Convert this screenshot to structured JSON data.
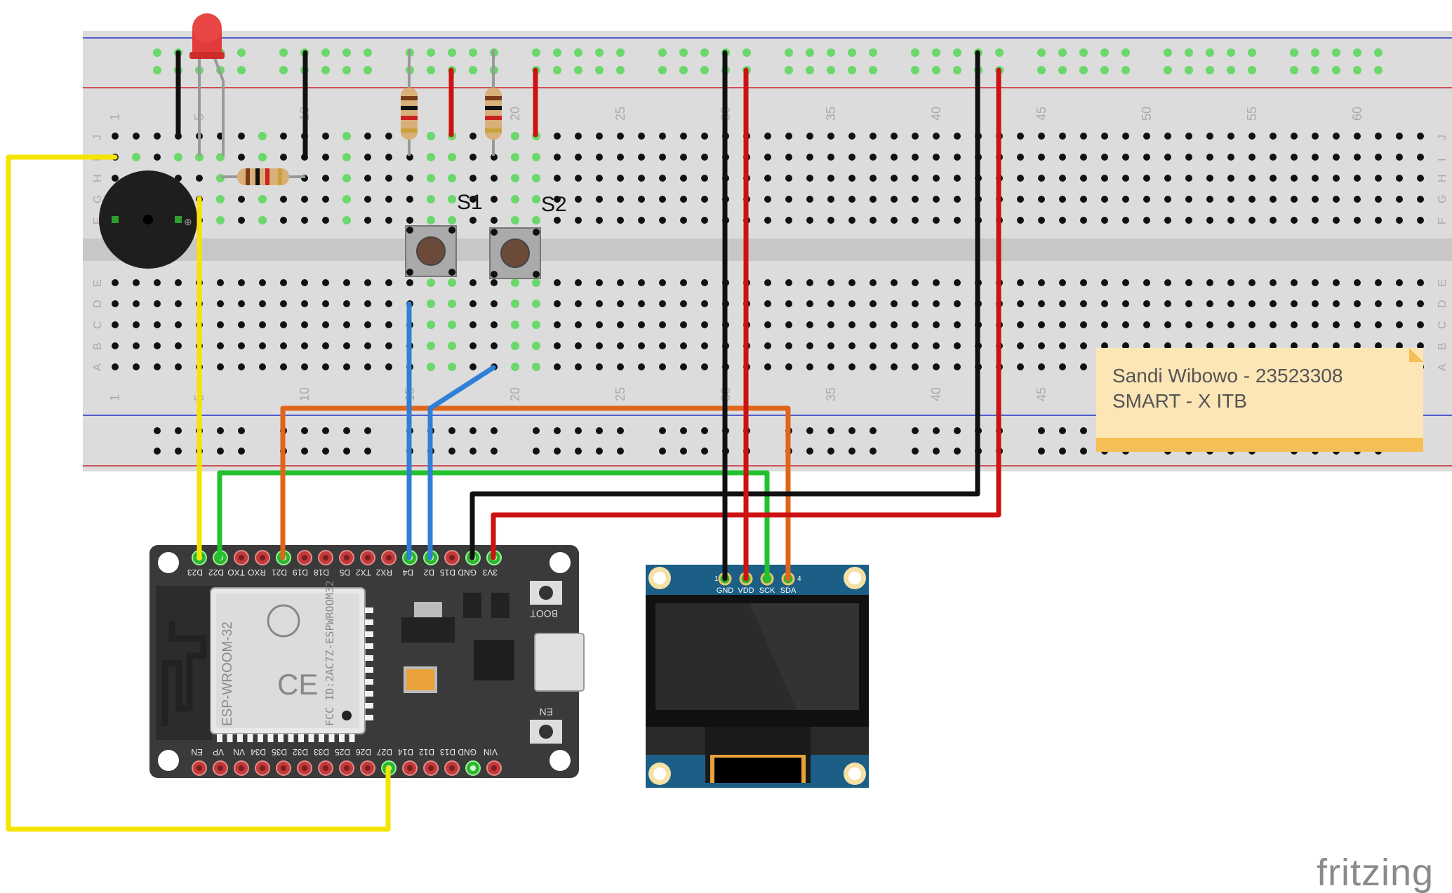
{
  "note": {
    "line1": "Sandi Wibowo - 23523308",
    "line2": "SMART - X ITB"
  },
  "logo": "fritzing",
  "breadboard": {
    "column_numbers": [
      "1",
      "5",
      "10",
      "15",
      "20",
      "25",
      "30",
      "35",
      "40",
      "45",
      "50",
      "55",
      "60"
    ],
    "row_letters_top": [
      "J",
      "I",
      "H",
      "G",
      "F"
    ],
    "row_letters_bottom": [
      "E",
      "D",
      "C",
      "B",
      "A"
    ]
  },
  "switches": {
    "s1": "S1",
    "s2": "S2"
  },
  "esp32": {
    "module_name": "ESP-WROOM-32",
    "fcc": "FCC ID:2AC7Z-ESPWROOM32",
    "boot_label": "BOOT",
    "en_label": "EN",
    "top_pins": [
      "D23",
      "D22",
      "TXO",
      "RXO",
      "D21",
      "D19",
      "D18",
      "D5",
      "TX2",
      "RX2",
      "D4",
      "D2",
      "D15",
      "GND",
      "3V3"
    ],
    "bottom_pins": [
      "EN",
      "VP",
      "VN",
      "D34",
      "D35",
      "D32",
      "D33",
      "D25",
      "D26",
      "D27",
      "D14",
      "D12",
      "D13",
      "GND",
      "VIN"
    ]
  },
  "oled": {
    "pins": [
      "GND",
      "VDD",
      "SCK",
      "SDA"
    ],
    "pin1": "1",
    "pin4": "4"
  },
  "colors": {
    "wire_yellow": "#f5e400",
    "wire_green": "#22c22e",
    "wire_orange": "#e0651a",
    "wire_blue": "#2f7fd6",
    "wire_black": "#111111",
    "wire_red": "#cc1212",
    "board": "#3a3a3a",
    "oled_pcb": "#1b5f86",
    "note_bg": "#fde6b6"
  }
}
